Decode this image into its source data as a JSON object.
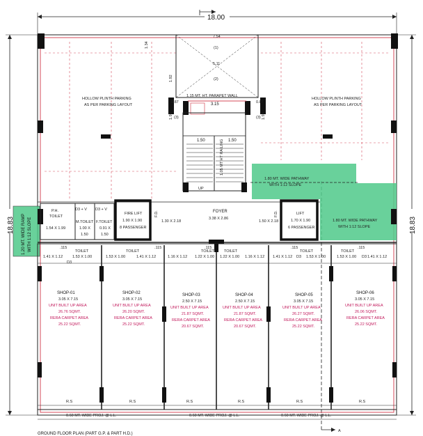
{
  "dims": {
    "overall_width": "18.00",
    "overall_depth": "18.83",
    "section_mark": "A"
  },
  "stair": {
    "top_tread": "7.54",
    "mark1": "(1)",
    "landing": "5.11",
    "mark2": "(2)",
    "width_left": "1.34",
    "width_mid": "1.92",
    "half_w": "1.95",
    "mark3": "(3)"
  },
  "parapet": {
    "label": "1.15 MT. HT. PARAPET WALL",
    "width": "3.15",
    "left": "0.87",
    "right": "0.87",
    "rail": "1.05 MT HT RAILING",
    "land_l": "1.50",
    "land_r": "1.50",
    "up": "UP"
  },
  "parking": {
    "left": [
      "HOLLOW PLINTH PARKING",
      "AS PER PARKING LAYOUT"
    ],
    "right": [
      "HOLLOW PLINTH PARKING",
      "AS PER PARKING LAYOUT"
    ]
  },
  "pathway": {
    "upper": [
      "1.80 MT. WIDE PATHWAY",
      "WITH 1:12 SLOPE"
    ],
    "right": [
      "1.80 MT. WIDE PATHWAY",
      "WITH 1:12 SLOPE"
    ],
    "ramp": [
      "1.20 MT. WIDE RAMP",
      "WITH 1:12 SLOPE"
    ]
  },
  "core": {
    "ph_toilet": [
      "P.H.",
      "TOILET",
      "1.54 X 1.99"
    ],
    "m_toilet": [
      "M.TOILET",
      "1.00 X",
      "1.50"
    ],
    "f_toilet": [
      "F.TOILET",
      "0.91 X",
      "1.50"
    ],
    "d3v": "D3 + V",
    "fire_lift": [
      "FIRE LIFT",
      "1.90 X 1.90",
      "8 PASSENGER"
    ],
    "fd": "F.D.",
    "lobby": "1.30 X 2.18",
    "foyer": [
      "FOYER",
      "3.38 X 2.86"
    ],
    "lobby_r": "1.50 X 2.18",
    "lift": [
      "LIFT",
      "1.70 X 1.90",
      "6 PASSENGER"
    ]
  },
  "toilets": [
    {
      "label": "TOILET",
      "size": "1.53 X 1.00",
      "side": "1.41 X 1.12"
    },
    {
      "label": "TOILET",
      "size": "1.53 X 1.00",
      "side": "1.41 X 1.12"
    },
    {
      "label": "TOILET",
      "size": "1.22 X 1.00",
      "side": "1.16 X 1.12"
    },
    {
      "label": "TOILET",
      "size": "1.22 X 1.00",
      "side": "1.16 X 1.12"
    },
    {
      "label": "TOILET",
      "size": "1.53 X 1.00",
      "side": "1.41 X 1.12"
    },
    {
      "label": "TOILET",
      "size": "1.53 X 1.00",
      "side": "1.41 X 1.12"
    }
  ],
  "shops": [
    {
      "name": "SHOP-01",
      "size": "3.05 X 7.15",
      "bu_label": "UNIT BUILT UP AREA",
      "bu": "26.76 SQMT.",
      "rc_label": "RERA CARPET AREA",
      "rc": "25.22 SQMT."
    },
    {
      "name": "SHOP-02",
      "size": "3.05 X 7.15",
      "bu_label": "UNIT BUILT UP AREA",
      "bu": "26.20 SQMT.",
      "rc_label": "RERA CARPET AREA",
      "rc": "25.22 SQMT."
    },
    {
      "name": "SHOP-03",
      "size": "2.50 X 7.15",
      "bu_label": "UNIT BUILT UP AREA",
      "bu": "21.87 SQMT.",
      "rc_label": "RERA CARPET AREA",
      "rc": "20.67 SQMT."
    },
    {
      "name": "SHOP-04",
      "size": "2.50 X 7.15",
      "bu_label": "UNIT BUILT UP AREA",
      "bu": "21.87 SQMT.",
      "rc_label": "RERA CARPET AREA",
      "rc": "20.67 SQMT."
    },
    {
      "name": "SHOP-05",
      "size": "3.05 X 7.15",
      "bu_label": "UNIT BUILT UP AREA",
      "bu": "26.27 SQMT.",
      "rc_label": "RERA CARPET AREA",
      "rc": "25.22 SQMT."
    },
    {
      "name": "SHOP-06",
      "size": "3.05 X 7.15",
      "bu_label": "UNIT BUILT UP AREA",
      "bu": "26.06 SQMT.",
      "rc_label": "RERA CARPET AREA",
      "rc": "25.22 SQMT."
    }
  ],
  "misc": {
    "wall_115": ".115",
    "d3": "D3",
    "v": "V",
    "rs": "R.S"
  },
  "projections": [
    "0.60 MT. WIDE PROJ. @ L.L.",
    "0.60 MT. WIDE PROJ. @ L.L.",
    "0.60 MT. WIDE PROJ. @ L.L."
  ],
  "caption": "GROUND FLOOR PLAN (PART G.P. & PART H.D.)",
  "colors": {
    "pathway": "#4fc98a",
    "pathway_light": "#7fe0a8",
    "outline": "#d64a5a",
    "area_text": "#c2185b"
  }
}
